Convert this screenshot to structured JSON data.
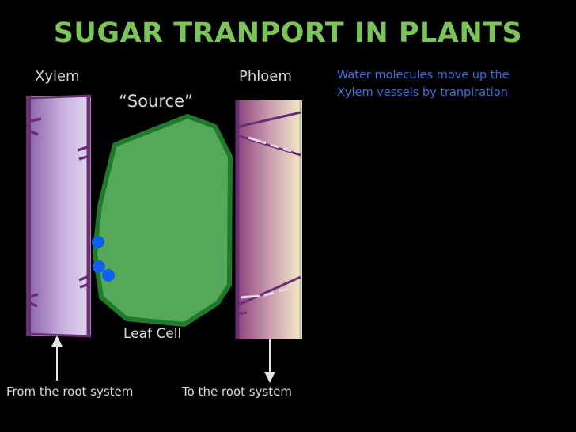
{
  "slide": {
    "title": "SUGAR TRANPORT IN PLANTS",
    "labels": {
      "xylem": "Xylem",
      "phloem": "Phloem",
      "source": "“Source”",
      "leaf_cell": "Leaf Cell",
      "from_root": "From the root system",
      "to_root": "To the root system"
    },
    "note": {
      "line1": "Water molecules move up the",
      "line2": "Xylem vessels by tranpiration"
    }
  },
  "colors": {
    "title": "#7cc35a",
    "text": "#d9d9d9",
    "note": "#3b6fe0",
    "xylem_fill_light": "#ddd0ec",
    "xylem_fill_dark": "#8a5da8",
    "xylem_border": "#6a2f72",
    "phloem_fill_light": "#f5ecc8",
    "phloem_fill_dark": "#8a3f78",
    "phloem_border": "#6a2f72",
    "leaf_fill": "#55a85a",
    "leaf_border": "#1f7a2c",
    "water_molecule": "#1060f0",
    "arrow": "#e6e6e6"
  }
}
